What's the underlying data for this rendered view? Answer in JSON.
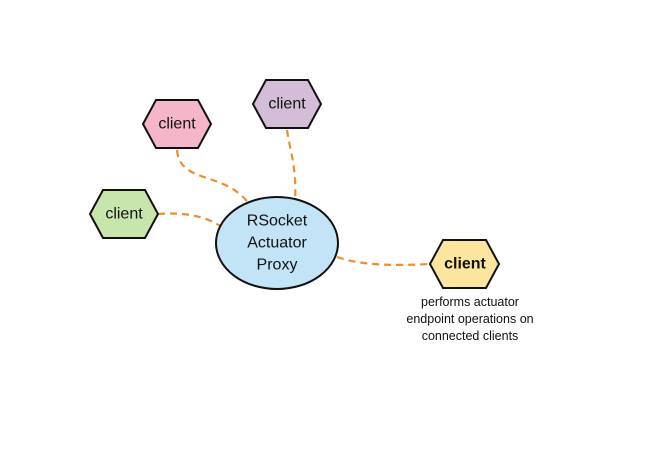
{
  "diagram": {
    "hub": {
      "label_lines": [
        "RSocket",
        "Actuator",
        "Proxy"
      ],
      "fill": "#c3e3f6"
    },
    "clients": [
      {
        "id": "client-pink",
        "label": "client",
        "fill": "#f4b6c8",
        "bold": false
      },
      {
        "id": "client-purple",
        "label": "client",
        "fill": "#d4bdd6",
        "bold": false
      },
      {
        "id": "client-green",
        "label": "client",
        "fill": "#c8e6ab",
        "bold": false
      },
      {
        "id": "client-yellow",
        "label": "client",
        "fill": "#fde5a0",
        "bold": true
      }
    ],
    "caption_lines": [
      "performs actuator",
      "endpoint operations on",
      "connected clients"
    ],
    "edge_color": "#ee8e2c",
    "edges": [
      {
        "from": "client-pink",
        "to": "hub",
        "style": "dashed"
      },
      {
        "from": "client-purple",
        "to": "hub",
        "style": "dashed"
      },
      {
        "from": "client-green",
        "to": "hub",
        "style": "dashed"
      },
      {
        "from": "hub",
        "to": "client-yellow",
        "style": "dashed"
      }
    ]
  }
}
